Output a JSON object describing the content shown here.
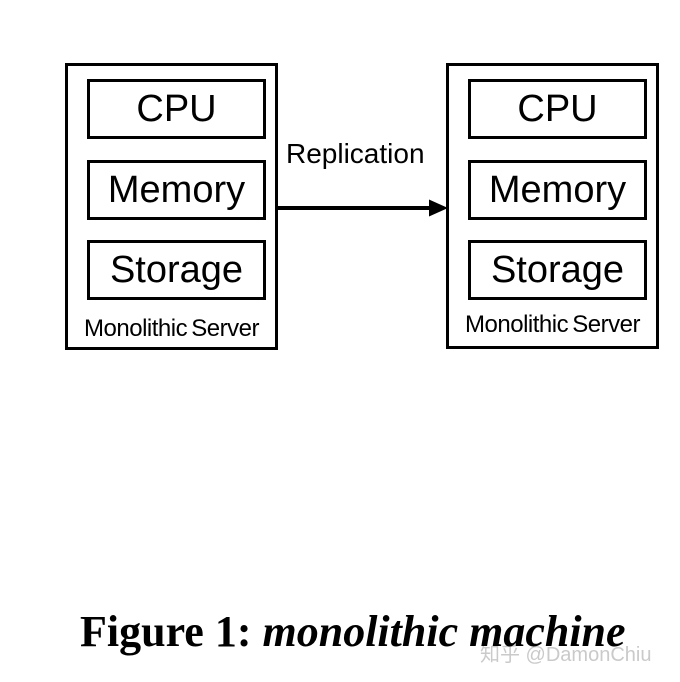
{
  "diagram": {
    "servers": [
      {
        "label": "Monolithic Server",
        "components": [
          "CPU",
          "Memory",
          "Storage"
        ]
      },
      {
        "label": "Monolithic Server",
        "components": [
          "CPU",
          "Memory",
          "Storage"
        ]
      }
    ],
    "arrow_label": "Replication"
  },
  "caption": {
    "prefix": "Figure 1: ",
    "italic": "monolithic machine"
  },
  "watermark": {
    "text": "知乎 @DamonChiu"
  },
  "colors": {
    "line": "#000000",
    "background": "#ffffff",
    "text": "#000000",
    "watermark": "#c8c8c8"
  }
}
